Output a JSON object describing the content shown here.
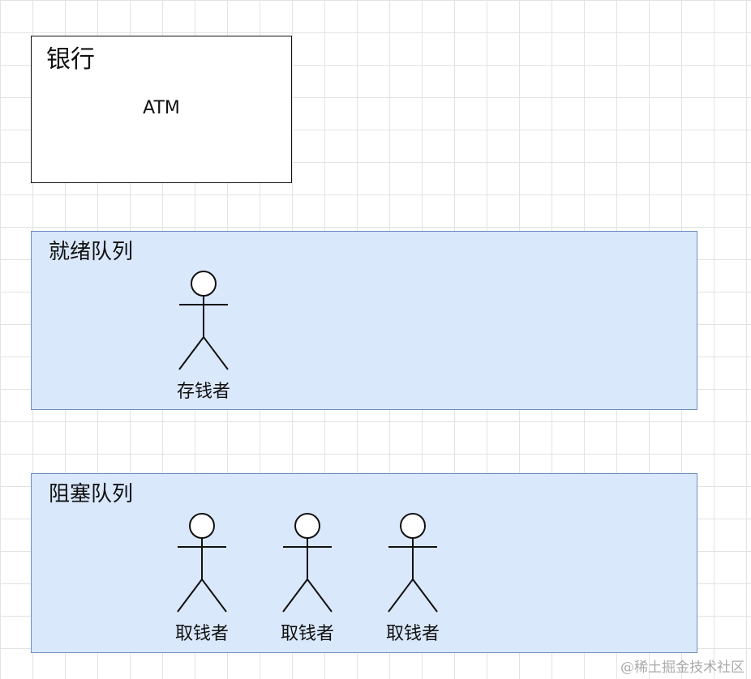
{
  "bank": {
    "title": "银行",
    "atm_label": "ATM"
  },
  "ready_queue": {
    "title": "就绪队列",
    "actors": [
      {
        "label": "存钱者"
      }
    ]
  },
  "blocked_queue": {
    "title": "阻塞队列",
    "actors": [
      {
        "label": "取钱者"
      },
      {
        "label": "取钱者"
      },
      {
        "label": "取钱者"
      }
    ]
  },
  "watermark": "@稀土掘金技术社区",
  "colors": {
    "queue_fill": "#dae8fc",
    "queue_border": "#6c8ebf",
    "bank_border": "#111111"
  }
}
